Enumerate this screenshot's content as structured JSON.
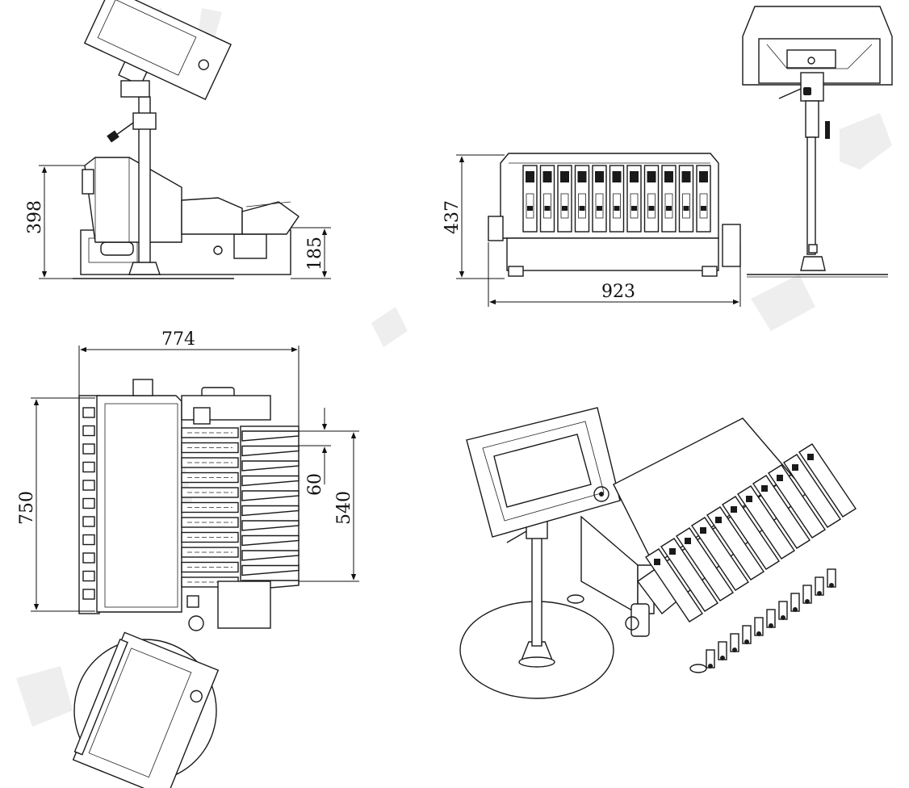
{
  "views": {
    "side": {
      "dims": {
        "height_total": "398",
        "height_low": "185"
      }
    },
    "front": {
      "dims": {
        "height": "437",
        "width": "923"
      }
    },
    "top": {
      "dims": {
        "depth": "774",
        "width": "750",
        "pitch": "60",
        "outlet_span": "540"
      }
    }
  },
  "colors": {
    "line": "#1a1a1a",
    "background": "#ffffff",
    "watermark": "#ececec"
  }
}
